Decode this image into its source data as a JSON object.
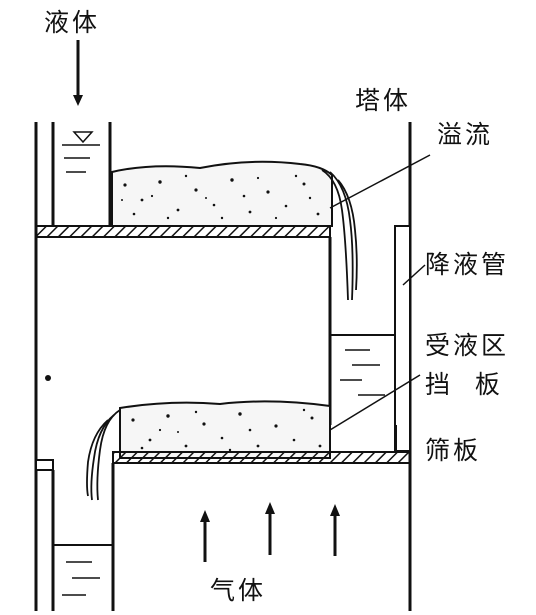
{
  "labels": {
    "liquid_in": "液体",
    "tower": "塔体",
    "overflow": "溢流",
    "downcomer": "降液管",
    "receiving_zone": "受液区",
    "baffle": "挡  板",
    "sieve_plate": "筛板",
    "gas": "气体"
  },
  "colors": {
    "line": "#111111",
    "background": "#ffffff"
  }
}
